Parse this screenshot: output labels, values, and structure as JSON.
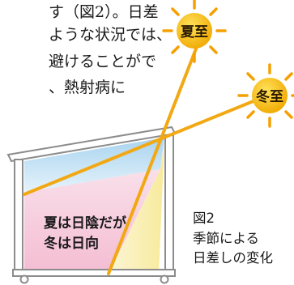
{
  "article_text": {
    "line1": "す（図2）。日差",
    "line2": "ような状況では、",
    "line3": "避けることがで",
    "line4": "、熱射病に"
  },
  "sun_summer_label": "夏至",
  "sun_winter_label": "冬至",
  "interior_text": {
    "line1": "夏は日陰だが",
    "line2": "冬は日向"
  },
  "caption": {
    "line1": "図2",
    "line2": "季節による",
    "line3": "日差しの変化"
  },
  "colors": {
    "sun_fill": "#f6c300",
    "sun_ray": "#f5a000",
    "light_beam": "#f2a813",
    "summer_zone": "#f6c8d8",
    "winter_zone": "#fbf2b8",
    "window_top": "#b8dcf2",
    "frame": "#8a8a8a"
  }
}
